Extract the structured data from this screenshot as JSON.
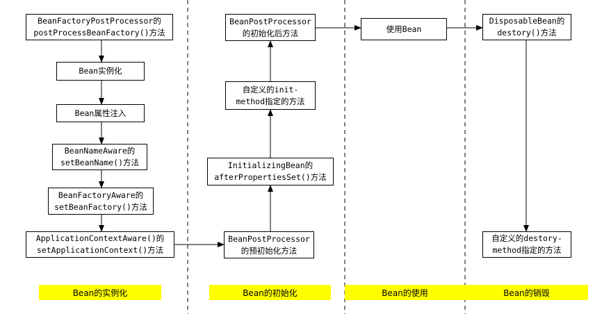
{
  "columns": [
    {
      "phase_label": "Bean的实例化",
      "boxes": [
        {
          "lines": [
            "BeanFactoryPostProcessor的",
            "postProcessBeanFactory()方法"
          ]
        },
        {
          "lines": [
            "Bean实例化"
          ]
        },
        {
          "lines": [
            "Bean属性注入"
          ]
        },
        {
          "lines": [
            "BeanNameAware的",
            "setBeanName()方法"
          ]
        },
        {
          "lines": [
            "BeanFactoryAware的",
            "setBeanFactory()方法"
          ]
        },
        {
          "lines": [
            "ApplicationContextAware()的",
            "setApplicationContext()方法"
          ]
        }
      ]
    },
    {
      "phase_label": "Bean的初始化",
      "boxes": [
        {
          "lines": [
            "BeanPostProcessor",
            "的初始化后方法"
          ]
        },
        {
          "lines": [
            "自定义的init-",
            "method指定的方法"
          ]
        },
        {
          "lines": [
            "InitializingBean的",
            "afterPropertiesSet()方法"
          ]
        },
        {
          "lines": [
            "BeanPostProcessor",
            "的预初始化方法"
          ]
        }
      ]
    },
    {
      "phase_label": "Bean的使用",
      "boxes": [
        {
          "lines": [
            "使用Bean"
          ]
        }
      ]
    },
    {
      "phase_label": "Bean的销毁",
      "boxes": [
        {
          "lines": [
            "DisposableBean的",
            "destory()方法"
          ]
        },
        {
          "lines": [
            "自定义的destory-",
            "method指定的方法"
          ]
        }
      ]
    }
  ],
  "colors": {
    "phase_label_bg": "#ffff00",
    "stroke": "#000000"
  }
}
